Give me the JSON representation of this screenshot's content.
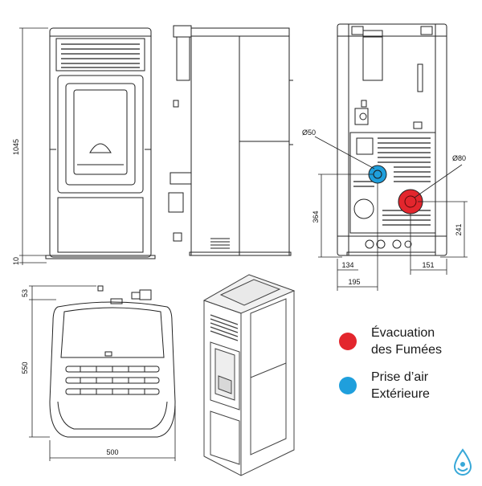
{
  "dimensions": {
    "height_total": "1045",
    "base_offset": "10",
    "rear_outlet_height": "364",
    "flue_outlet_height": "241",
    "flue_lateral": "134",
    "flue_offset": "195",
    "air_lateral": "151",
    "top_overhang": "53",
    "depth": "550",
    "width": "500",
    "flue_diameter": "Ø80",
    "air_diameter": "Ø50"
  },
  "legend": {
    "flue_line1": "Évacuation",
    "flue_line2": "des Fumées",
    "air_line1": "Prise d’air",
    "air_line2": "Extérieure"
  },
  "colors": {
    "flue": "#e3262d",
    "air": "#1f9fdc",
    "line": "#222222",
    "accent": "#38a8d8"
  }
}
